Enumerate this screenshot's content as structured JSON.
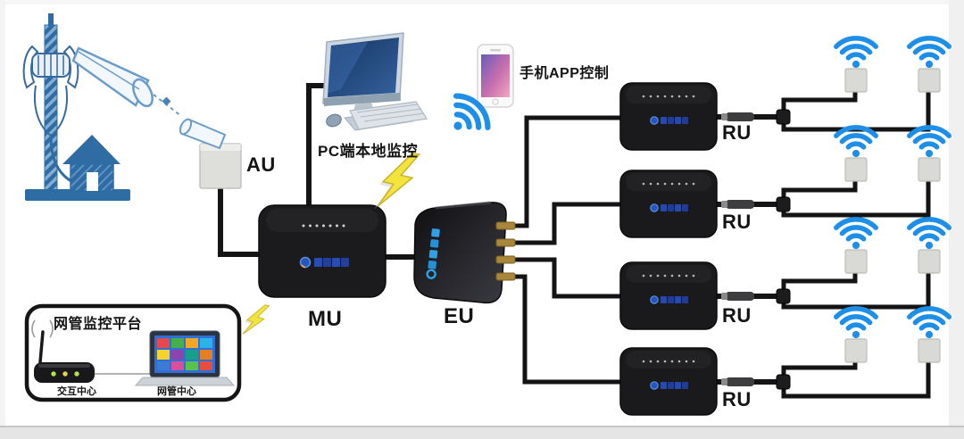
{
  "nodes": {
    "antenna_unit": {
      "label": "AU"
    },
    "master_unit": {
      "label": "MU"
    },
    "extension_unit": {
      "label": "EU"
    },
    "remote_units": [
      {
        "label": "RU"
      },
      {
        "label": "RU"
      },
      {
        "label": "RU"
      },
      {
        "label": "RU"
      }
    ],
    "pc_monitor": {
      "label": "PC端本地监控"
    },
    "phone_app": {
      "label": "手机APP控制"
    },
    "nms_platform": {
      "title": "网管监控平台",
      "router_label": "交互中心",
      "laptop_label": "网管中心"
    }
  },
  "icons": {
    "wifi": "wifi-signal-icon",
    "lightning": "lightning-bolt-icon",
    "tower": "cell-tower-icon",
    "house": "house-icon",
    "horn": "horn-antenna-icon",
    "pc": "desktop-computer-icon",
    "phone": "smartphone-icon",
    "router": "router-icon",
    "laptop": "laptop-icon",
    "ceiling_antenna": "ceiling-antenna-icon"
  },
  "colors": {
    "wifi_blue": "#1e8fe8",
    "lightning_yellow": "#f2e43c",
    "device_black": "#1b1b1d",
    "cable_black": "#141414",
    "tower_blue": "#2e6da4",
    "brand_logo_blue": "#2d6ae0",
    "antenna_gray": "#d9d9d5",
    "phone_screen_purple": "#b06cb4"
  }
}
